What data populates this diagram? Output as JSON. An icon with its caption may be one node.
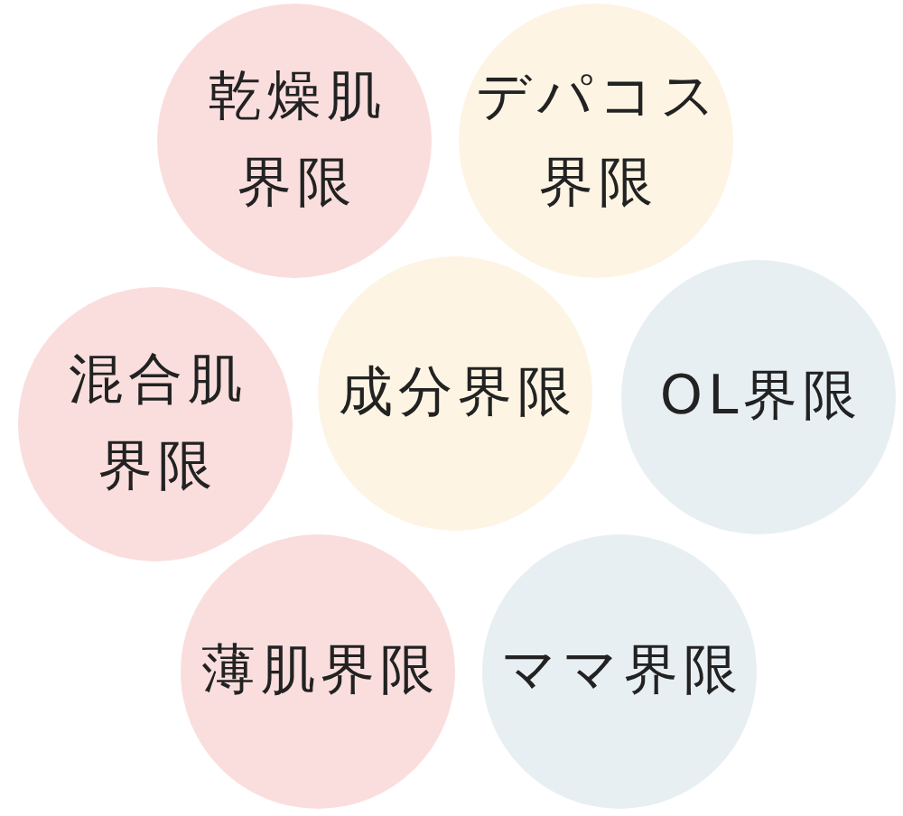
{
  "diagram": {
    "nodes": [
      {
        "text": [
          "乾燥肌界限"
        ]
      },
      {
        "text": [
          "デパコス界限"
        ]
      },
      {
        "text": [
          "混合肌界限"
        ]
      },
      {
        "text": [
          "成分界限"
        ]
      },
      {
        "text": [
          "OL界限"
        ]
      },
      {
        "text": [
          "薄肌界限"
        ]
      },
      {
        "text": [
          "ママ界限"
        ]
      }
    ]
  }
}
